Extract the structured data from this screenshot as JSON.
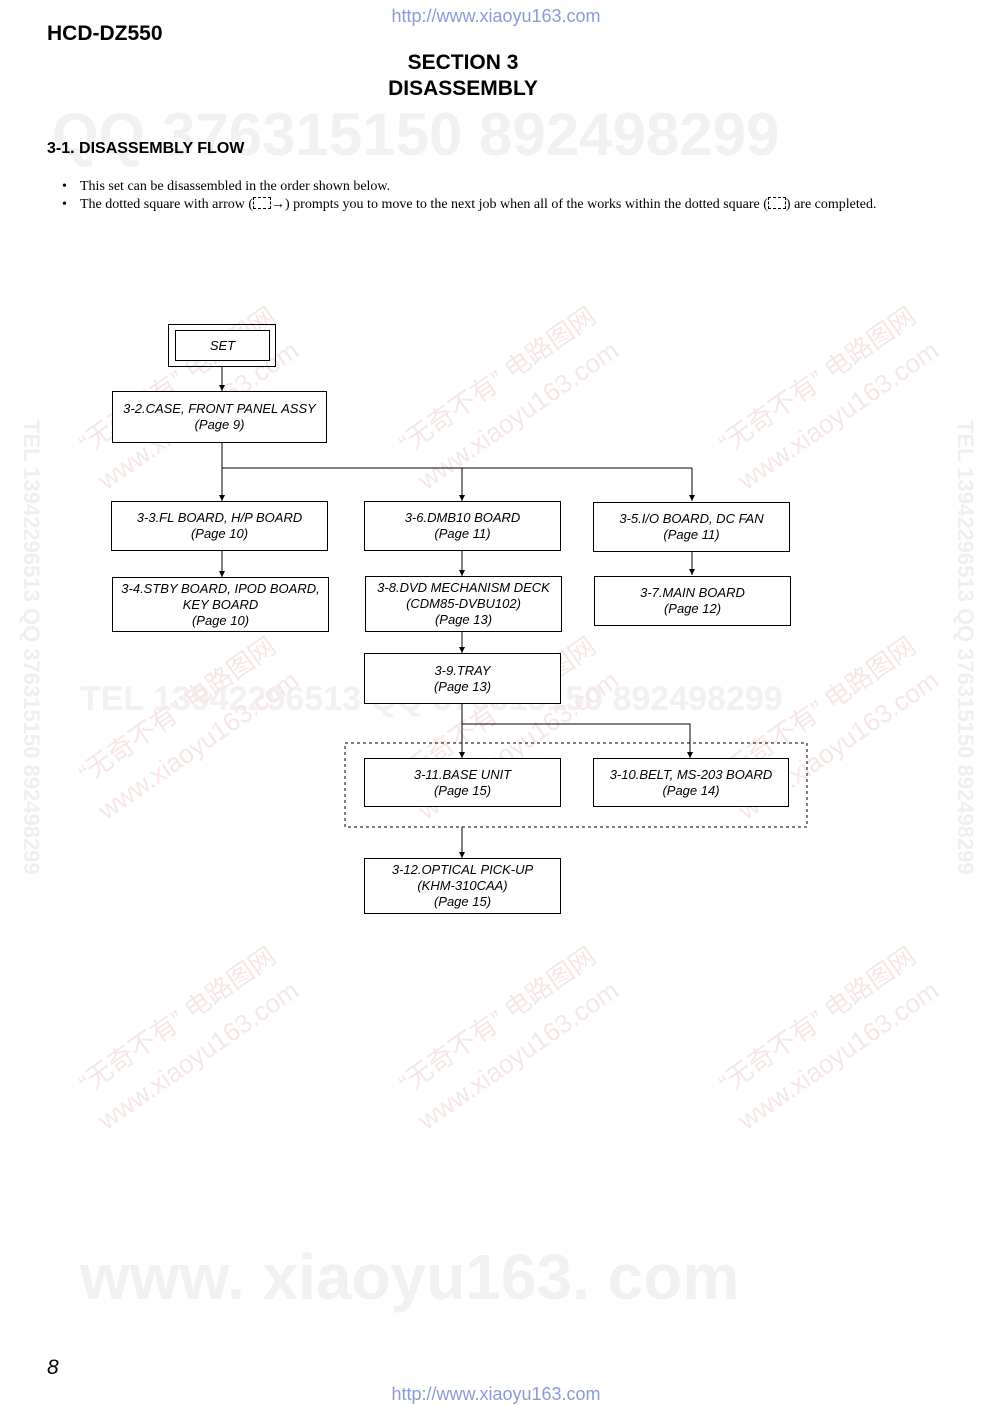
{
  "header": {
    "url": "http://www.xiaoyu163.com",
    "model": "HCD-DZ550"
  },
  "section": {
    "line1": "SECTION  3",
    "line2": "DISASSEMBLY"
  },
  "subheading": "3-1.   DISASSEMBLY FLOW",
  "bullets": {
    "b1": "This set can be disassembled in the order shown below.",
    "b2_part1": "The dotted square with arrow (",
    "b2_part2": ") prompts you to move to the next job when all of the works within the dotted square (",
    "b2_part3": ") are completed."
  },
  "flow": {
    "set": "SET",
    "case": {
      "title": "3-2.CASE, FRONT PANEL ASSY",
      "page": "(Page 9)"
    },
    "fl": {
      "title": "3-3.FL BOARD, H/P BOARD",
      "page": "(Page 10)"
    },
    "stby": {
      "line1": "3-4.STBY BOARD, IPOD BOARD,",
      "line2": "KEY BOARD",
      "page": "(Page 10)"
    },
    "dmb": {
      "title": "3-6.DMB10 BOARD",
      "page": "(Page 11)"
    },
    "dvd": {
      "line1": "3-8.DVD MECHANISM DECK",
      "line2": "(CDM85-DVBU102)",
      "page": "(Page 13)"
    },
    "tray": {
      "title": "3-9.TRAY",
      "page": "(Page 13)"
    },
    "io": {
      "title": "3-5.I/O BOARD, DC FAN",
      "page": "(Page 11)"
    },
    "main": {
      "title": "3-7.MAIN BOARD",
      "page": "(Page 12)"
    },
    "base": {
      "title": "3-11.BASE UNIT",
      "page": "(Page 15)"
    },
    "belt": {
      "title": "3-10.BELT, MS-203 BOARD",
      "page": "(Page 14)"
    },
    "optical": {
      "line1": "3-12.OPTICAL PICK-UP",
      "line2": "(KHM-310CAA)",
      "page": "(Page 15)"
    }
  },
  "watermarks": {
    "qq": "QQ 376315150   892498299",
    "tel": "TEL 13942296513   QQ 376315150   892498299",
    "www": "www. xiaoyu163. com",
    "cn": "“无奇不有” 电路图网",
    "cn_url": "www.xiaoyu163.com",
    "side": "TEL 13942296513  QQ 376315150  892498299"
  },
  "footer": {
    "page_number": "8",
    "url": "http://www.xiaoyu163.com"
  }
}
